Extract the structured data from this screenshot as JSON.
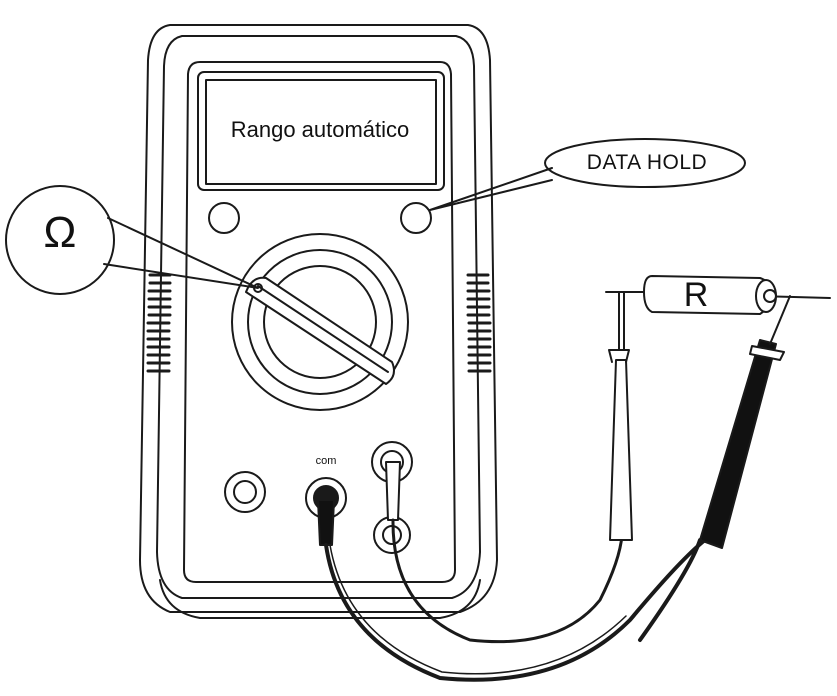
{
  "display": {
    "text": "Rango automático"
  },
  "callouts": {
    "data_hold": "DATA HOLD",
    "ohm": "Ω"
  },
  "component": {
    "label": "R"
  },
  "jacks": {
    "com_label": "com"
  },
  "colors": {
    "line": "#1a1a1a",
    "fill": "#ffffff",
    "lead_black": "#111111"
  }
}
